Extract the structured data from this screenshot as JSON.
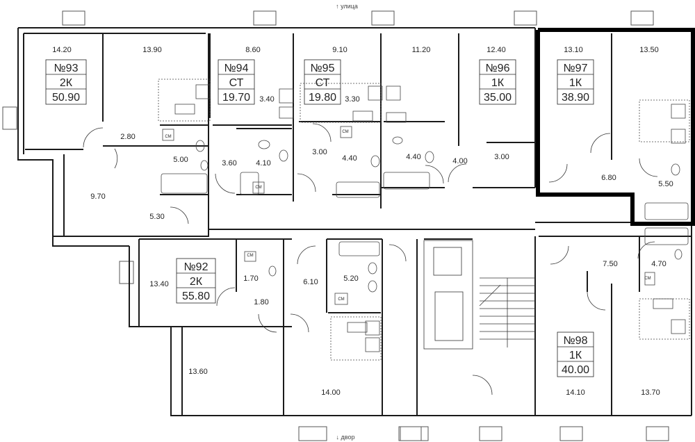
{
  "orientation": {
    "top": "↑ улица",
    "bottom": "↓ двор"
  },
  "colors": {
    "walls": "#1a1a1a",
    "highlight": "#000000",
    "furniture": "#444444"
  },
  "apartments": [
    {
      "no": "№93",
      "type": "2К",
      "area": "50.90"
    },
    {
      "no": "№94",
      "type": "СТ",
      "area": "19.70"
    },
    {
      "no": "№95",
      "type": "СТ",
      "area": "19.80"
    },
    {
      "no": "№96",
      "type": "1К",
      "area": "35.00"
    },
    {
      "no": "№97",
      "type": "1К",
      "area": "38.90"
    },
    {
      "no": "№92",
      "type": "2К",
      "area": "55.80"
    },
    {
      "no": "№98",
      "type": "1К",
      "area": "40.00"
    }
  ],
  "room_areas": [
    "14.20",
    "13.90",
    "8.60",
    "9.10",
    "11.20",
    "12.40",
    "13.10",
    "13.50",
    "3.40",
    "3.30",
    "2.80",
    "5.00",
    "3.60",
    "4.10",
    "3.00",
    "4.40",
    "4.40",
    "4.00",
    "3.00",
    "6.80",
    "5.50",
    "9.70",
    "5.30",
    "13.40",
    "1.70",
    "1.80",
    "6.10",
    "5.20",
    "7.50",
    "4.70",
    "13.60",
    "14.00",
    "14.10",
    "13.70"
  ],
  "appliance_label": "СМ"
}
